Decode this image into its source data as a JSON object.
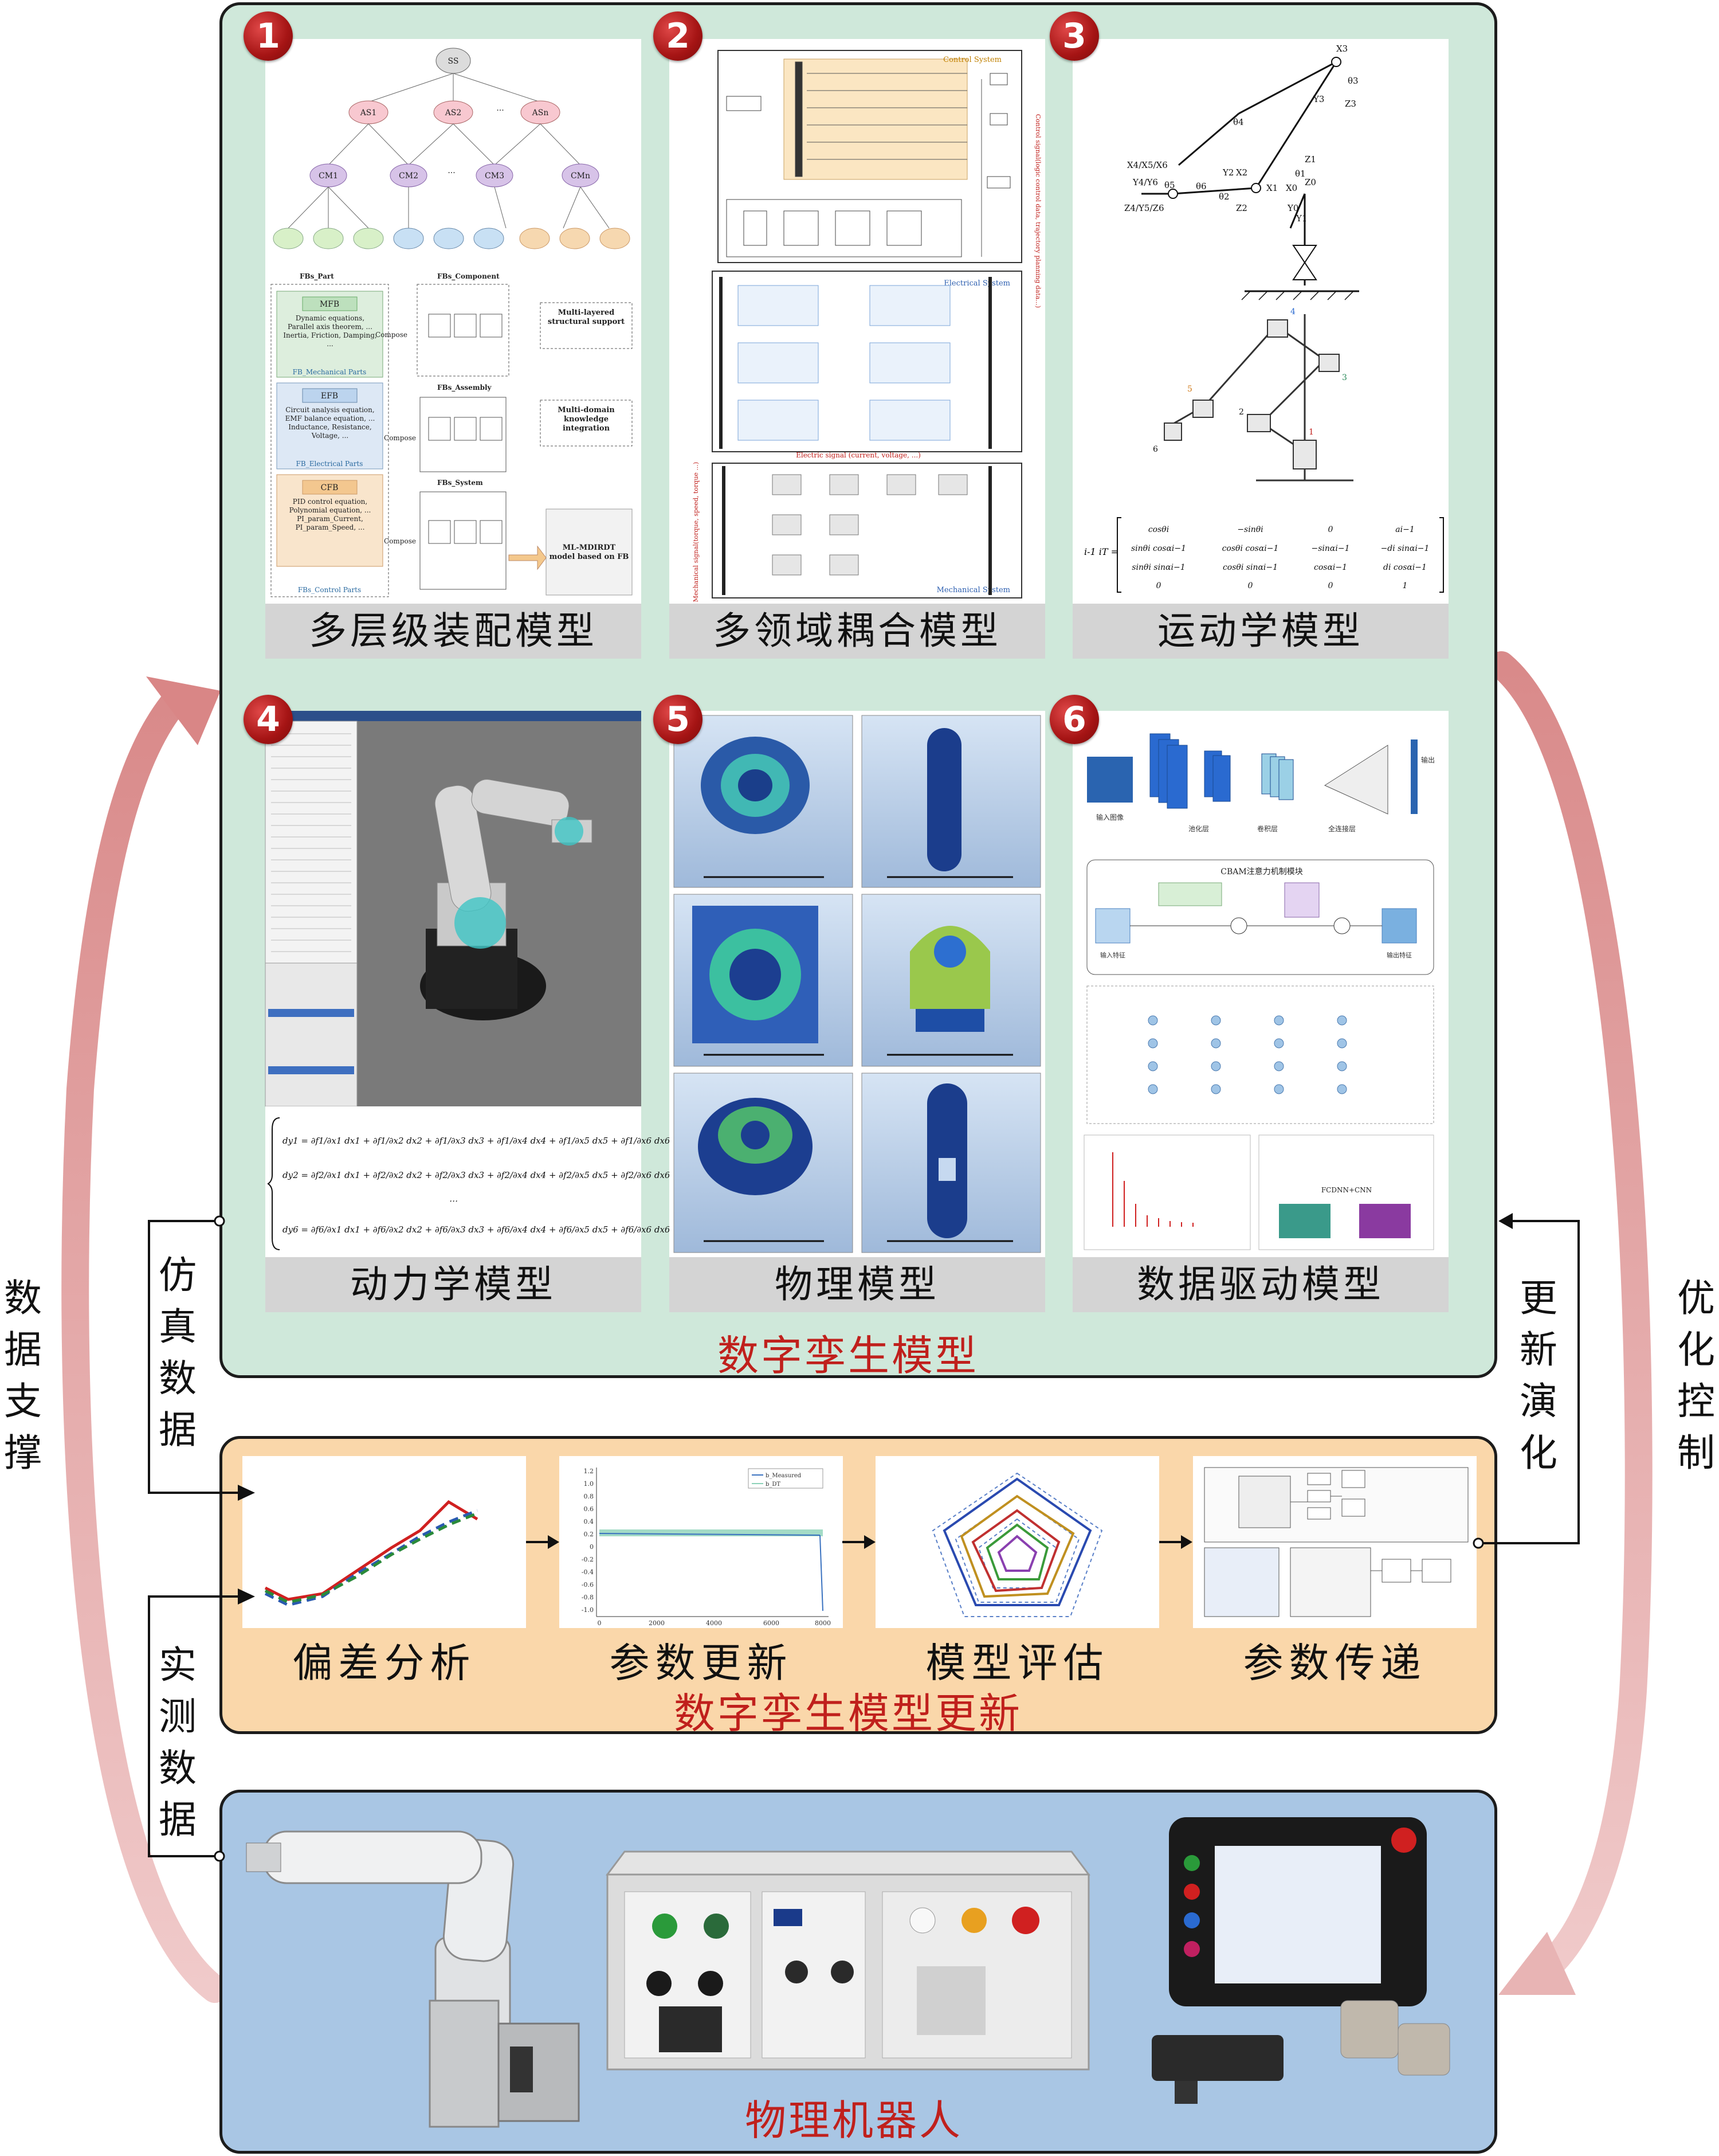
{
  "twin_panel": {
    "title": "数字孪生模型",
    "cards": [
      {
        "num": "1",
        "caption": "多层级装配模型"
      },
      {
        "num": "2",
        "caption": "多领域耦合模型"
      },
      {
        "num": "3",
        "caption": "运动学模型"
      },
      {
        "num": "4",
        "caption": "动力学模型"
      },
      {
        "num": "5",
        "caption": "物理模型"
      },
      {
        "num": "6",
        "caption": "数据驱动模型"
      }
    ]
  },
  "card1": {
    "root": "SS",
    "as_nodes": [
      "AS1",
      "AS2",
      "...",
      "ASn"
    ],
    "cm_nodes": [
      "CM1",
      "CM2",
      "...",
      "CM3",
      "CMn"
    ],
    "fb_part": "FBs_Part",
    "fb_component": "FBs_Component",
    "fb_assembly": "FBs_Assembly",
    "fb_system": "FBs_System",
    "mfb": "MFB",
    "efb": "EFB",
    "cfb": "CFB",
    "mech_parts": "FB_Mechanical Parts",
    "elec_parts": "FB_Electrical Parts",
    "ctrl_parts": "FBs_Control Parts",
    "compose": "Compose",
    "multi_layer": "Multi-layered structural support",
    "multi_domain": "Multi-domain knowledge integration",
    "ml_model": "ML-MDIRDT model based on FB",
    "mfb_text": "Dynamic equations, Parallel axis theorem, ... Inertia, Friction, Damping, ...",
    "efb_text": "Circuit analysis equation, EMF balance equation, ... Inductance, Resistance, Voltage, ...",
    "cfb_text": "PID control equation, Polynomial equation, ... PI_param_Current, PI_param_Speed, ..."
  },
  "card2": {
    "control": "Control System",
    "electrical": "Electrical System",
    "mechanical": "Mechanical System",
    "ctrl_signal": "Control signal(logic control data, trajectory planning data...)",
    "elec_signal": "Electric signal (current, voltage, ...)",
    "mech_signal": "Mechanical signal(torque, speed, torque ...)"
  },
  "card3": {
    "labels": [
      "X3",
      "Y3",
      "Z3",
      "θ3",
      "θ4",
      "X4/X5/X6",
      "Y4/Y6",
      "Z4/Y5/Z6",
      "X2",
      "Y2",
      "Z2",
      "X1",
      "Y1",
      "X0",
      "Y0",
      "Z1",
      "Z0",
      "θ1",
      "θ2",
      "θ5",
      "θ6"
    ],
    "joint_nums": [
      "1",
      "2",
      "3",
      "4",
      "5",
      "6"
    ],
    "matrix_lhs": "i-1 iT =",
    "matrix": [
      [
        "cosθi",
        "−sinθi",
        "0",
        "ai−1"
      ],
      [
        "sinθi cosαi−1",
        "cosθi cosαi−1",
        "−sinαi−1",
        "−di sinαi−1"
      ],
      [
        "sinθi sinαi−1",
        "cosθi sinαi−1",
        "cosαi−1",
        "di cosαi−1"
      ],
      [
        "0",
        "0",
        "0",
        "1"
      ]
    ]
  },
  "card4": {
    "equations": [
      "dy1 = ∂f1/∂x1 dx1 + ∂f1/∂x2 dx2 + ∂f1/∂x3 dx3 + ∂f1/∂x4 dx4 + ∂f1/∂x5 dx5 + ∂f1/∂x6 dx6",
      "dy2 = ∂f2/∂x1 dx1 + ∂f2/∂x2 dx2 + ∂f2/∂x3 dx3 + ∂f2/∂x4 dx4 + ∂f2/∂x5 dx5 + ∂f2/∂x6 dx6",
      "⋯",
      "dy6 = ∂f6/∂x1 dx1 + ∂f6/∂x2 dx2 + ∂f6/∂x3 dx3 + ∂f6/∂x4 dx4 + ∂f6/∂x5 dx5 + ∂f6/∂x6 dx6"
    ]
  },
  "card6": {
    "cbam": "CBAM注意力机制模块",
    "input_label": "输入图像",
    "pool": "池化层",
    "conv": "卷积层",
    "fc": "全连接层",
    "out": "输出",
    "in_feat": "输入特征",
    "out_feat": "输出特征",
    "fcdnn": "FCDNN+CNN"
  },
  "update_panel": {
    "title": "数字孪生模型更新",
    "steps": [
      "偏差分析",
      "参数更新",
      "模型评估",
      "参数传递"
    ],
    "legend": [
      "b_Measured",
      "b_DT"
    ],
    "y_ticks": [
      "1.2",
      "1.0",
      "0.8",
      "0.6",
      "0.4",
      "0.2",
      "0",
      "-0.2",
      "-0.4",
      "-0.6",
      "-0.8",
      "-1.0"
    ],
    "x_ticks": [
      "0",
      "2000",
      "4000",
      "6000",
      "8000"
    ]
  },
  "physical_panel": {
    "title": "物理机器人"
  },
  "side_labels": {
    "left_outer": [
      "数",
      "据",
      "支",
      "撑"
    ],
    "right_outer": [
      "优",
      "化",
      "控",
      "制"
    ],
    "left_top": [
      "仿",
      "真",
      "数",
      "据"
    ],
    "left_bottom": [
      "实",
      "测",
      "数",
      "据"
    ],
    "right_inner": [
      "更",
      "新",
      "演",
      "化"
    ]
  },
  "colors": {
    "twin_bg": "#cfe8da",
    "update_bg": "#fad7aa",
    "physical_bg": "#a9c6e4",
    "arrow": "#e0a3a3",
    "title_red": "#c0201c"
  }
}
